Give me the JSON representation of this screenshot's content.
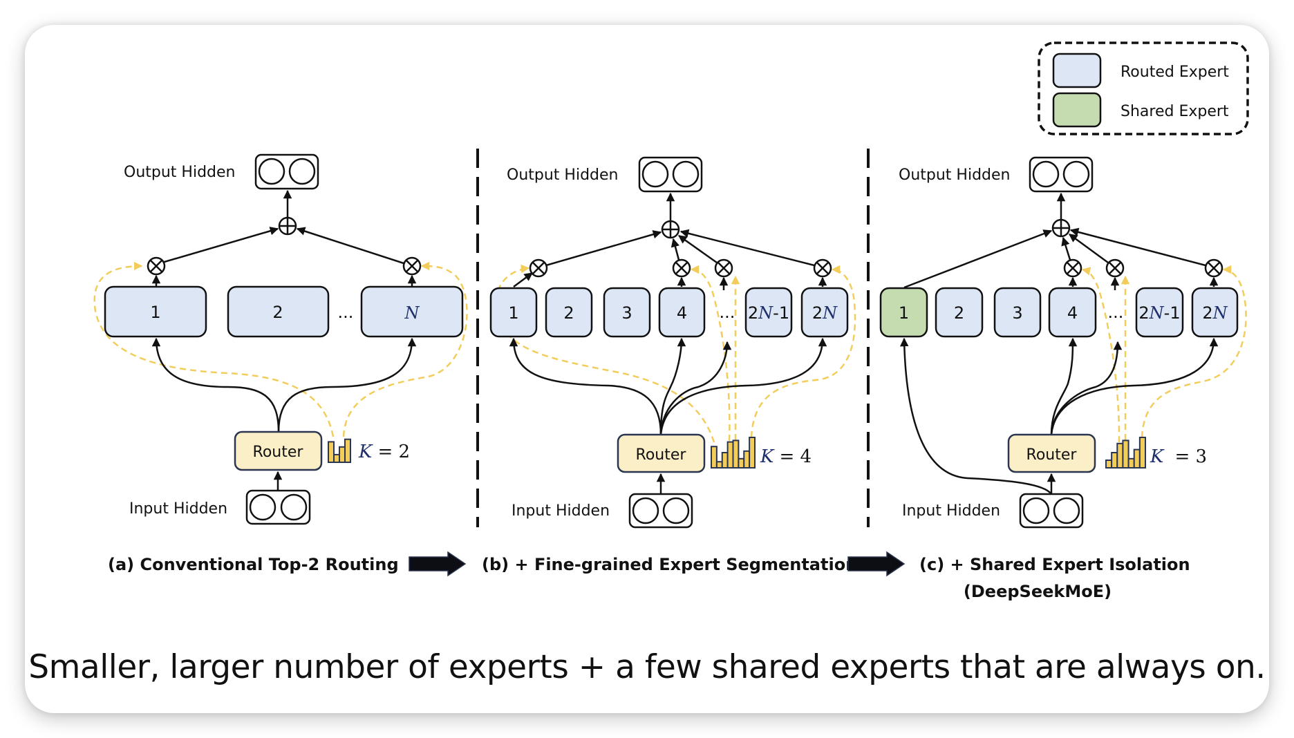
{
  "legend": {
    "items": [
      {
        "label": "Routed Expert",
        "color": "#dce6f4"
      },
      {
        "label": "Shared Expert",
        "color": "#c5dbb0"
      }
    ]
  },
  "colors": {
    "routed_expert": "#dce6f4",
    "shared_expert": "#c5dbb0",
    "router": "#fbefc8",
    "router_border": "#2b3550",
    "gate_bars": "#f2cd5c",
    "dashed_route": "#f2cd5c"
  },
  "panels": [
    {
      "id": "a",
      "output_label": "Output Hidden",
      "input_label": "Input Hidden",
      "router_label": "Router",
      "k_label": "K",
      "k_value": "= 2",
      "experts": [
        "1",
        "2",
        "N"
      ],
      "ellipsis": "...",
      "gate_scores": [
        0.8,
        0.3,
        0.6,
        0.9
      ],
      "caption": "(a) Conventional Top-2 Routing"
    },
    {
      "id": "b",
      "output_label": "Output Hidden",
      "input_label": "Input Hidden",
      "router_label": "Router",
      "k_label": "K",
      "k_value": "= 4",
      "experts": [
        "1",
        "2",
        "3",
        "4",
        "2N-1",
        "2N"
      ],
      "ellipsis": "...",
      "gate_scores": [
        0.7,
        0.2,
        0.5,
        0.85,
        0.9,
        0.3,
        0.55,
        1.0
      ],
      "caption": "(b) + Fine-grained Expert Segmentation"
    },
    {
      "id": "c",
      "output_label": "Output Hidden",
      "input_label": "Input Hidden",
      "router_label": "Router",
      "k_label": "K",
      "k_value": "= 3",
      "experts": [
        "1",
        "2",
        "3",
        "4",
        "2N-1",
        "2N"
      ],
      "shared_experts": [
        "1"
      ],
      "ellipsis": "...",
      "gate_scores": [
        0.25,
        0.5,
        0.8,
        0.9,
        0.3,
        0.6,
        1.0
      ],
      "caption": "(c) + Shared Expert Isolation",
      "caption_sub": "(DeepSeekMoE)"
    }
  ],
  "caption": "Smaller, larger number of experts + a few shared experts that are always on."
}
